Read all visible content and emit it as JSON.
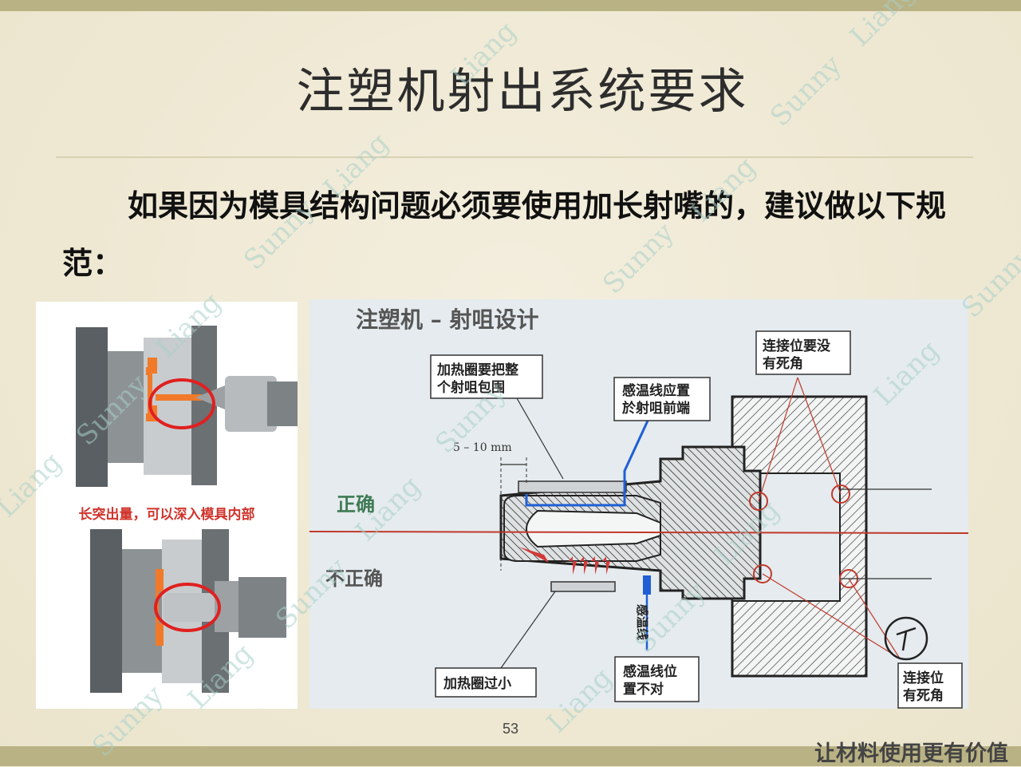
{
  "slide": {
    "title": "注塑机射出系统要求",
    "body_text": "如果因为模具结构问题必须要使用加长射嘴的，建议做以下规范：",
    "page_number": "53",
    "footer_slogan": "让材料使用更有价值",
    "watermark": {
      "word1": "Sunny",
      "word2": "Liang"
    }
  },
  "left_figure": {
    "caption": "长突出量，可以深入模具内部"
  },
  "right_figure": {
    "title": "注塑机 – 射咀设计",
    "dimension_label": "5 – 10 mm",
    "label_correct": "正确",
    "label_incorrect": "不正确",
    "callout_heater_full": [
      "加热圈要把整",
      "个射咀包围"
    ],
    "callout_sensor_front": [
      "感温线应置",
      "於射咀前端"
    ],
    "callout_joint_top": [
      "连接位要没",
      "有死角"
    ],
    "callout_heater_small": "加热圈过小",
    "callout_sensor_wrong": [
      "感温线位",
      "置不对"
    ],
    "callout_joint_bottom": [
      "连接位",
      "有死角"
    ],
    "sensor_wire_label": "感温线"
  },
  "colors": {
    "band": "#b9b284",
    "background": "#efe9d6",
    "caption_red": "#d0342c",
    "centerline_red": "#c0392b",
    "sensor_blue": "#1f5fd6",
    "mold_orange": "#f07a2a",
    "label_green": "#3f7a55"
  }
}
